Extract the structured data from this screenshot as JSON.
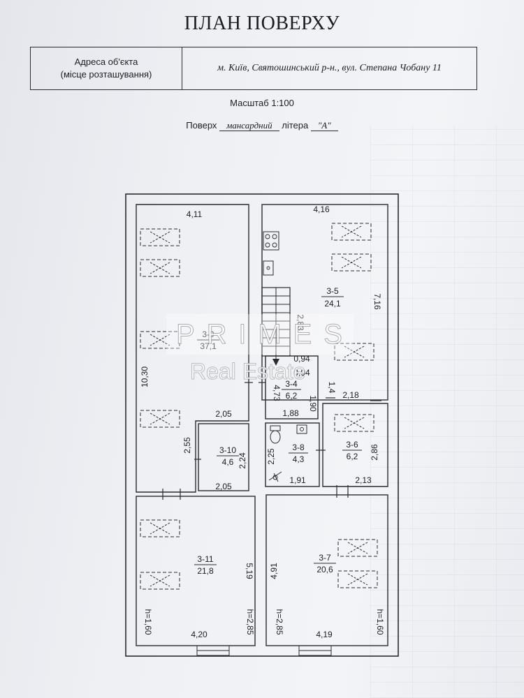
{
  "document": {
    "title": "ПЛАН ПОВЕРХУ",
    "address_label_line1": "Адреса об'єкта",
    "address_label_line2": "(місце розташування)",
    "address_value": "м. Київ, Святошинський р-н., вул. Степана Чобану 11",
    "scale": "Масштаб 1:100",
    "floor_label": "Поверх",
    "floor_value": "мансардний",
    "letter_label": "літера",
    "letter_value": "\"А\""
  },
  "rooms": [
    {
      "id": "3-9",
      "area": "37,1"
    },
    {
      "id": "3-5",
      "area": "24,1"
    },
    {
      "id": "3-4",
      "area": "6,2"
    },
    {
      "id": "3-10",
      "area": "4,6"
    },
    {
      "id": "3-8",
      "area": "4,3"
    },
    {
      "id": "3-6",
      "area": "6,2"
    },
    {
      "id": "3-11",
      "area": "21,8"
    },
    {
      "id": "3-7",
      "area": "20,6"
    }
  ],
  "dimensions": {
    "d_411": "4,11",
    "d_416": "4,16",
    "d_716": "7,16",
    "d_283": "2,83",
    "d_1030": "10,30",
    "d_094a": "0,94",
    "d_094b": "0,94",
    "d_473": "4,73",
    "d_190": "1,90",
    "d_14": "1,4",
    "d_218": "2,18",
    "d_205a": "2,05",
    "d_188": "1,88",
    "d_255": "2,55",
    "d_224": "2,24",
    "d_225": "2,25",
    "d_286": "2,86",
    "d_205b": "2,05",
    "d_191": "1,91",
    "d_213": "2,13",
    "d_519": "5,19",
    "d_491": "4,91",
    "h_160a": "h=1,60",
    "h_285a": "h=2,85",
    "h_285b": "h=2,85",
    "h_160b": "h=1,60",
    "d_420": "4,20",
    "d_419": "4,19"
  },
  "watermark": {
    "letters": [
      "P",
      "R",
      "I",
      "M",
      "E",
      "S"
    ],
    "subtitle": "Real Estate"
  }
}
